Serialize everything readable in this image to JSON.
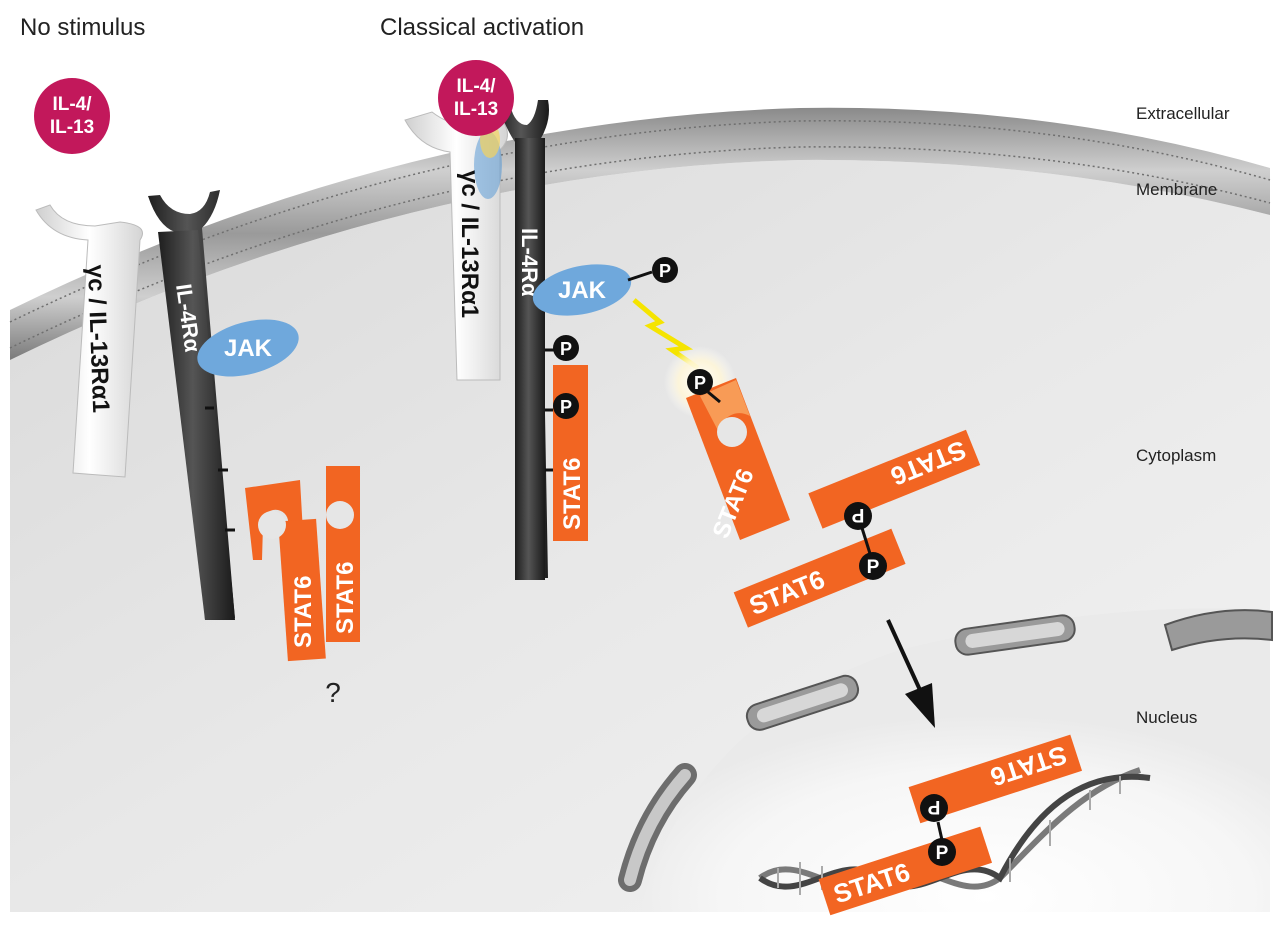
{
  "panels": {
    "left_title": "No stimulus",
    "right_title": "Classical activation"
  },
  "compartments": {
    "extracellular": "Extracellular",
    "membrane": "Membrane",
    "cytoplasm": "Cytoplasm",
    "nucleus": "Nucleus"
  },
  "ligand": {
    "line1": "IL-4/",
    "line2": "IL-13"
  },
  "receptors": {
    "gamma_chain": "γc / IL-13Rα1",
    "il4_alpha": "IL-4Rα"
  },
  "kinase": "JAK",
  "phospho": "P",
  "stat": "STAT6",
  "unknown": "?",
  "colors": {
    "ligand": "#c2185b",
    "stat": "#f26522",
    "jak": "#6fa8dc",
    "receptor_dark": "#2b2b2b",
    "receptor_light": "#f4f4f4",
    "cytoplasm": "#e6e6e6",
    "spark": "#f5e400"
  }
}
